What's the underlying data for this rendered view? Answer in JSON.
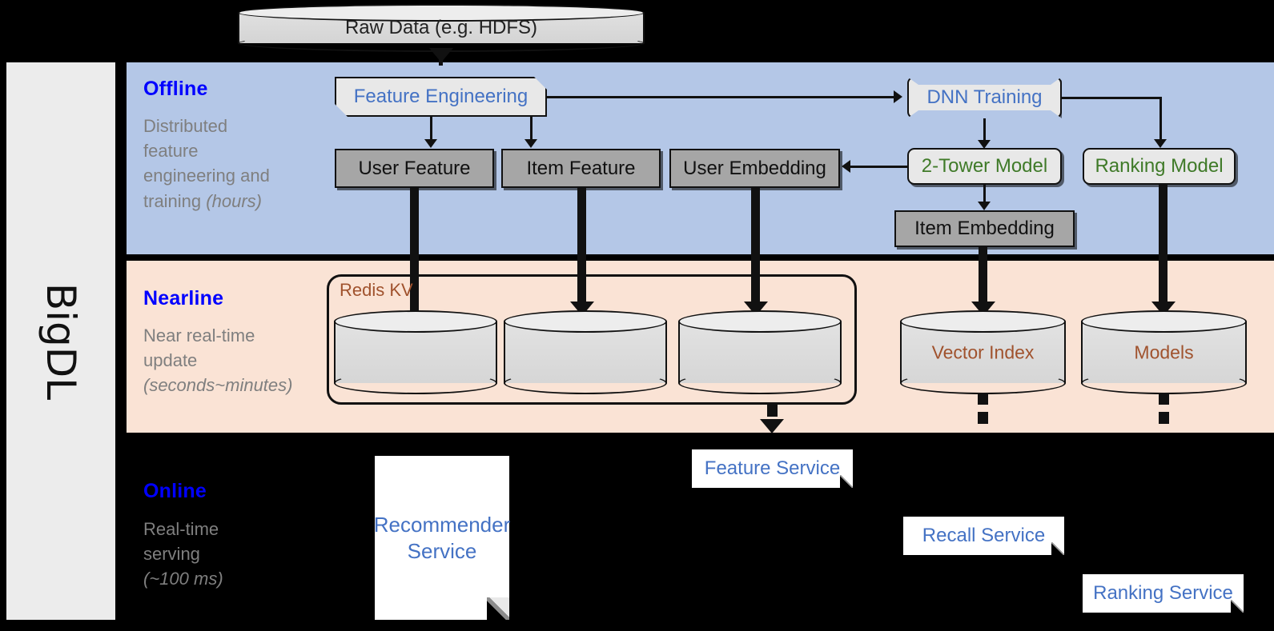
{
  "platform": {
    "name": "BigDL"
  },
  "source": {
    "label": "Raw Data (e.g. HDFS)"
  },
  "layers": [
    {
      "id": "offline",
      "title": "Offline",
      "subtitle_line1": "Distributed",
      "subtitle_line2": "feature",
      "subtitle_line3": "engineering and",
      "subtitle_line4": "training ",
      "subtitle_latency": "(hours)",
      "band_color": "#B4C7E7"
    },
    {
      "id": "nearline",
      "title": "Nearline",
      "subtitle_line1": "Near real-time",
      "subtitle_line2": "update",
      "subtitle_latency": "(seconds~minutes)",
      "band_color": "#FAE3D5"
    },
    {
      "id": "online",
      "title": "Online",
      "subtitle_line1": "Real-time",
      "subtitle_line2": "serving",
      "subtitle_latency": "(~100 ms)",
      "band_color": "#000000"
    }
  ],
  "offline_nodes": {
    "feature_engineering": "Feature Engineering",
    "dnn_training": "DNN Training",
    "user_feature": "User Feature",
    "item_feature": "Item Feature",
    "user_embedding": "User Embedding",
    "two_tower_model": "2-Tower Model",
    "ranking_model": "Ranking Model",
    "item_embedding": "Item Embedding"
  },
  "nearline_nodes": {
    "redis_kv": "Redis KV",
    "store_1": "",
    "store_2": "",
    "store_3": "",
    "vector_index": "Vector Index",
    "models": "Models"
  },
  "online_nodes": {
    "recommender_service": "Recommender Service",
    "recommender_service_l1": "Recommender",
    "recommender_service_l2": "Service",
    "feature_service": "Feature Service",
    "recall_service": "Recall Service",
    "ranking_service": "Ranking Service"
  },
  "colors": {
    "layer_title": "#0000FF",
    "layer_subtitle": "#7F7F7F",
    "offline_band": "#B4C7E7",
    "nearline_band": "#FAE3D5",
    "online_band": "#000000",
    "model_green": "#3F7A28",
    "process_blue": "#4472C4",
    "storage_brown": "#A0522D",
    "gray_box": "#A6A6A6",
    "rail_gray": "#ECECEC"
  }
}
